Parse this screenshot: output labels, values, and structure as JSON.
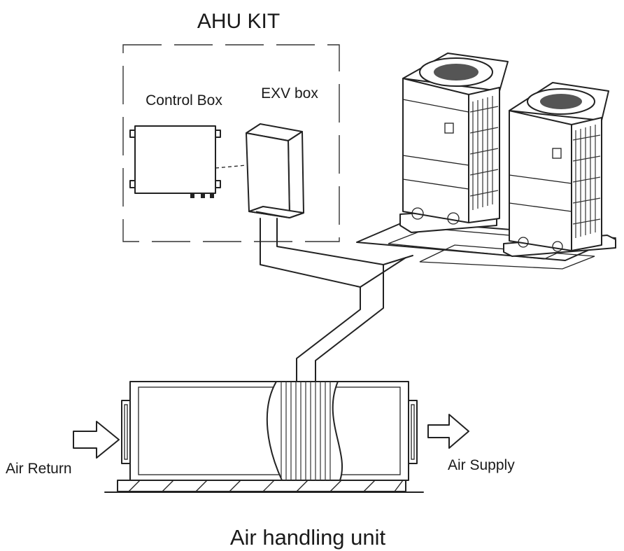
{
  "labels": {
    "kit_title": "AHU KIT",
    "control_box": "Control Box",
    "exv_box": "EXV box",
    "air_return": "Air Return",
    "air_supply": "Air Supply",
    "caption": "Air handling unit"
  }
}
